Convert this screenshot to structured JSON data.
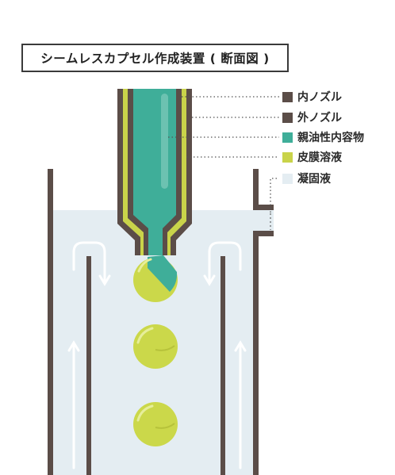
{
  "title": "シームレスカプセル作成装置 ( 断面図 )",
  "legend": [
    {
      "label": "内ノズル",
      "color": "#5b4d48"
    },
    {
      "label": "外ノズル",
      "color": "#5b4d48"
    },
    {
      "label": "親油性内容物",
      "color": "#3fae99"
    },
    {
      "label": "皮膜溶液",
      "color": "#c9d34a"
    },
    {
      "label": "凝固液",
      "color": "#e4edf2"
    }
  ],
  "colors": {
    "wall": "#5b4d48",
    "content": "#3fae99",
    "film": "#c9d34a",
    "coagulant": "#e4edf2",
    "capsule": "#cbd84a"
  }
}
